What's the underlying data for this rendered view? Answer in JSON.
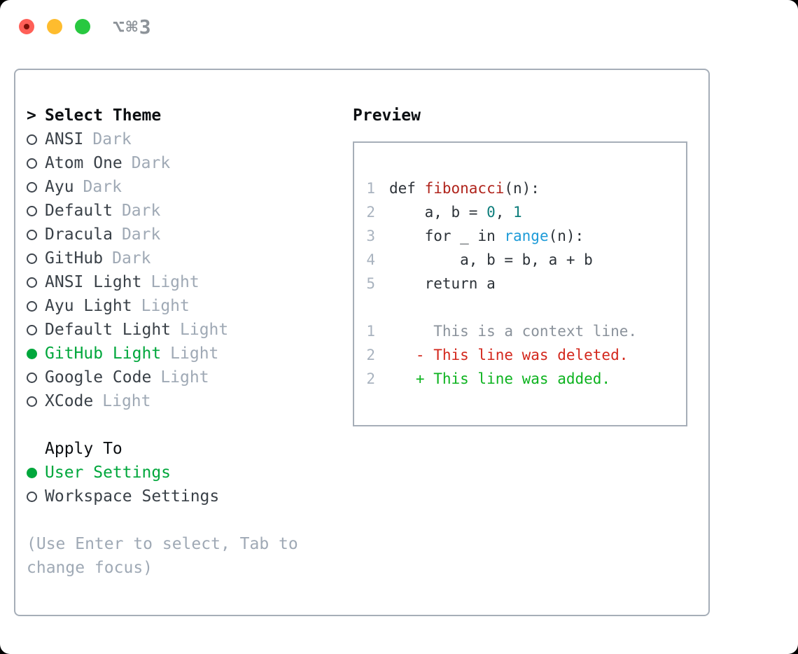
{
  "window": {
    "title": "⌥⌘3",
    "controls": [
      {
        "name": "close",
        "color": "#ff5f57",
        "has_dot": true
      },
      {
        "name": "minimize",
        "color": "#febc2e",
        "has_dot": false
      },
      {
        "name": "zoom",
        "color": "#28c840",
        "has_dot": false
      }
    ]
  },
  "colors": {
    "accent_green": "#00a73c",
    "panel_border": "#a6aeb8",
    "heading": "#0c0f12",
    "item_text": "#3a4148",
    "muted_gray": "#9fa9b5",
    "line_number_gray": "#a9b3bf"
  },
  "theme_menu": {
    "prompt": ">",
    "title": "Select Theme",
    "items": [
      {
        "name": "ANSI",
        "tag": "Dark",
        "selected": false
      },
      {
        "name": "Atom One",
        "tag": "Dark",
        "selected": false
      },
      {
        "name": "Ayu",
        "tag": "Dark",
        "selected": false
      },
      {
        "name": "Default",
        "tag": "Dark",
        "selected": false
      },
      {
        "name": "Dracula",
        "tag": "Dark",
        "selected": false
      },
      {
        "name": "GitHub",
        "tag": "Dark",
        "selected": false
      },
      {
        "name": "ANSI Light",
        "tag": "Light",
        "selected": false
      },
      {
        "name": "Ayu Light",
        "tag": "Light",
        "selected": false
      },
      {
        "name": "Default Light",
        "tag": "Light",
        "selected": false
      },
      {
        "name": "GitHub Light",
        "tag": "Light",
        "selected": true
      },
      {
        "name": "Google Code",
        "tag": "Light",
        "selected": false
      },
      {
        "name": "XCode",
        "tag": "Light",
        "selected": false
      }
    ]
  },
  "apply_to": {
    "title": "Apply To",
    "options": [
      {
        "label": "User Settings",
        "selected": true
      },
      {
        "label": "Workspace Settings",
        "selected": false
      }
    ]
  },
  "hint": "(Use Enter to select, Tab to change focus)",
  "preview": {
    "title": "Preview",
    "token_colors": {
      "plain": "#2c3238",
      "fn": "#b0241c",
      "num": "#0d7d7b",
      "builtin": "#1d9bd8",
      "ctx": "#8a929b",
      "del": "#d3271c",
      "add": "#0db31f"
    },
    "lines": [
      {
        "num": "1",
        "tokens": [
          {
            "text": "def ",
            "style": "plain"
          },
          {
            "text": "fibonacci",
            "style": "fn"
          },
          {
            "text": "(n):",
            "style": "plain"
          }
        ]
      },
      {
        "num": "2",
        "tokens": [
          {
            "text": "    a, b = ",
            "style": "plain"
          },
          {
            "text": "0",
            "style": "num"
          },
          {
            "text": ", ",
            "style": "plain"
          },
          {
            "text": "1",
            "style": "num"
          }
        ]
      },
      {
        "num": "3",
        "tokens": [
          {
            "text": "    for _ in ",
            "style": "plain"
          },
          {
            "text": "range",
            "style": "builtin"
          },
          {
            "text": "(n):",
            "style": "plain"
          }
        ]
      },
      {
        "num": "4",
        "tokens": [
          {
            "text": "        a, b = b, a + b",
            "style": "plain"
          }
        ]
      },
      {
        "num": "5",
        "tokens": [
          {
            "text": "    return a",
            "style": "plain"
          }
        ]
      },
      {
        "num": "",
        "tokens": []
      },
      {
        "num": "1",
        "tokens": [
          {
            "text": "     This is a context line.",
            "style": "ctx"
          }
        ]
      },
      {
        "num": "2",
        "tokens": [
          {
            "text": "   - This line was deleted.",
            "style": "del"
          }
        ]
      },
      {
        "num": "2",
        "tokens": [
          {
            "text": "   + This line was added.",
            "style": "add"
          }
        ]
      }
    ]
  }
}
